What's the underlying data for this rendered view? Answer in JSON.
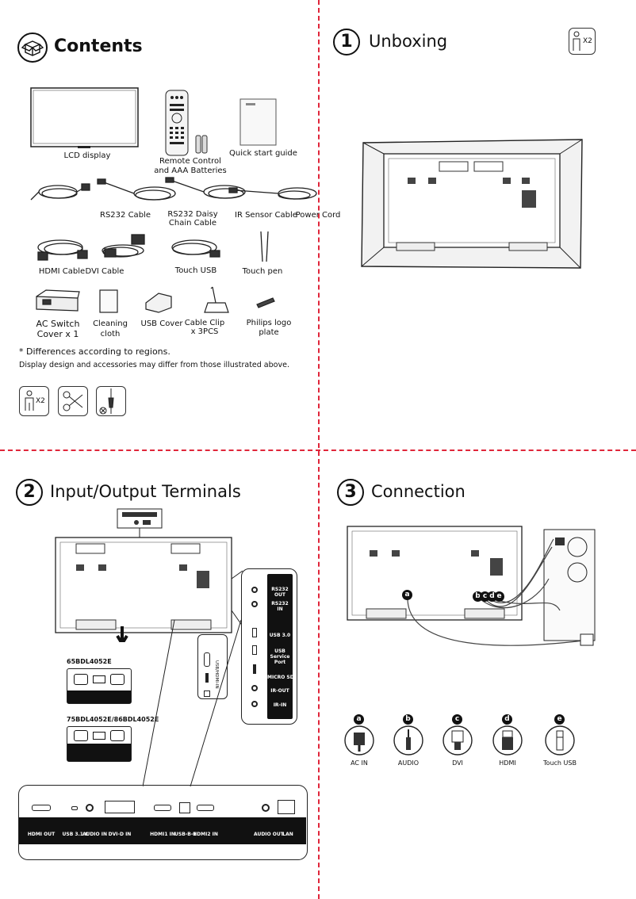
{
  "contents": {
    "title": "Contents",
    "items": {
      "lcd": "LCD display",
      "remote": "Remote Control\nand AAA Batteries",
      "guide": "Quick start guide",
      "rs232": "RS232 Cable",
      "rs232daisy": "RS232 Daisy\nChain Cable",
      "ir": "IR Sensor Cable",
      "power": "Power Cord",
      "hdmi": "HDMI Cable",
      "dvi": "DVI Cable",
      "touchusb": "Touch USB",
      "pen": "Touch pen",
      "acswitch": "AC Switch\nCover x 1",
      "cloth": "Cleaning\ncloth",
      "usbcover": "USB Cover",
      "clip": "Cable Clip\nx 3PCS",
      "logo": "Philips logo\nplate"
    },
    "note1": "* Differences according to regions.",
    "note2": "Display design and accessories may differ from those illustrated above.",
    "tools": {
      "people": "X2"
    }
  },
  "unboxing": {
    "number": "1",
    "title": "Unboxing",
    "people": "X2"
  },
  "terminals": {
    "number": "2",
    "title": "Input/Output Terminals",
    "models": [
      "65BDL4052E",
      "75BDL4052E/86BDL4052E"
    ],
    "side_ports": [
      "RS232\nOUT",
      "RS232\nIN",
      "USB 3.0",
      "USB\nService Port",
      "MICRO SD",
      "IR-OUT",
      "IR-IN"
    ],
    "side_usb_label": "USB/HDMI-IN",
    "bottom_ports": [
      "HDMI OUT",
      "USB 3.1 C",
      "AUDIO IN",
      "DVI-D IN",
      "HDMI1 IN",
      "USB-B-1",
      "HDMI2 IN",
      "AUDIO OUT",
      "LAN"
    ]
  },
  "connection": {
    "number": "3",
    "title": "Connection",
    "connectors": [
      {
        "letter": "a",
        "label": "AC IN"
      },
      {
        "letter": "b",
        "label": "AUDIO"
      },
      {
        "letter": "c",
        "label": "DVI"
      },
      {
        "letter": "d",
        "label": "HDMI"
      },
      {
        "letter": "e",
        "label": "Touch USB"
      }
    ],
    "callouts": [
      "a",
      "b",
      "c",
      "d",
      "e"
    ]
  },
  "colors": {
    "divider": "#e0263a",
    "ink": "#111111"
  }
}
